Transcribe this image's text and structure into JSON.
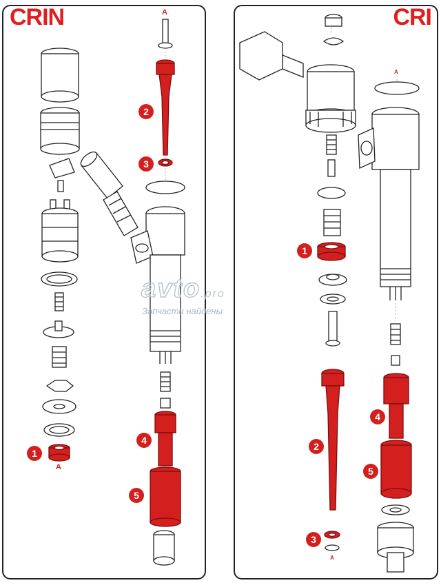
{
  "panels": {
    "left": {
      "title": "CRIN"
    },
    "right": {
      "title": "CRI"
    }
  },
  "markers": {
    "left": [
      {
        "label": "1"
      },
      {
        "label": "2"
      },
      {
        "label": "3"
      },
      {
        "label": "4"
      },
      {
        "label": "5"
      }
    ],
    "right": [
      {
        "label": "1"
      },
      {
        "label": "2"
      },
      {
        "label": "3"
      },
      {
        "label": "4"
      },
      {
        "label": "5"
      }
    ]
  },
  "section_labels": {
    "left_top": "A",
    "left_bottom": "A",
    "right_top": "A",
    "right_bottom": "A"
  },
  "watermark": {
    "brand": "avto",
    "suffix": ".pro",
    "tagline": "Запчасти найдены"
  },
  "colors": {
    "highlight": "#d41f1f",
    "title": "#e21d1d",
    "outline": "#222222",
    "watermark": "#b9c4cc"
  }
}
